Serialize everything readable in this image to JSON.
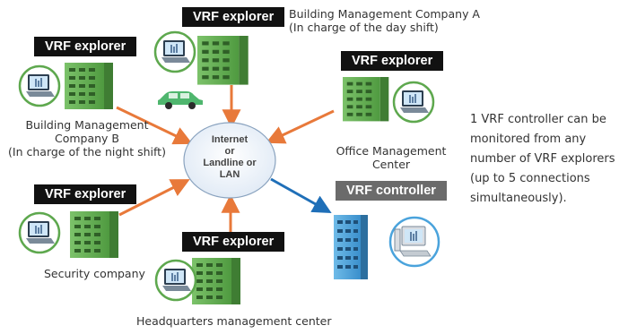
{
  "nodes": {
    "company_a": {
      "box_label": "VRF explorer",
      "caption_line1": "Building Management Company A",
      "caption_line2": "(In charge of the day shift)"
    },
    "company_b": {
      "box_label": "VRF explorer",
      "caption_line1": "Building Management",
      "caption_line2": "Company B",
      "caption_line3": "(In charge of the night shift)"
    },
    "office_center": {
      "box_label": "VRF explorer",
      "caption_line1": "Office Management",
      "caption_line2": "Center"
    },
    "security": {
      "box_label": "VRF explorer",
      "caption_line1": "Security company"
    },
    "headquarters": {
      "box_label": "VRF explorer",
      "caption_line1": "Headquarters management center"
    },
    "controller": {
      "box_label": "VRF controller"
    }
  },
  "hub": {
    "line1": "Internet",
    "line2": "or",
    "line3": "Landline or",
    "line4": "LAN"
  },
  "note": {
    "line1": "1 VRF controller can be",
    "line2": "monitored from any",
    "line3": "number of VRF explorers",
    "line4": "(up to 5 connections",
    "line5": "simultaneously)."
  },
  "colors": {
    "explorer_arrow": "#e8793a",
    "controller_arrow": "#1f6fb8",
    "building_green": "#5ea84e",
    "building_blue": "#4aa3dc",
    "label_dark": "#111111",
    "label_gray": "#6b6b6b"
  }
}
